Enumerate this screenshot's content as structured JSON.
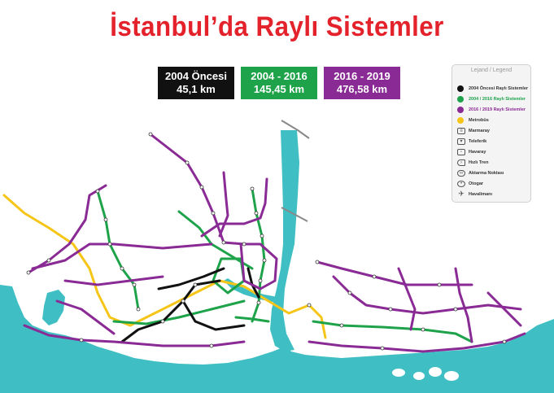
{
  "title": "İstanbul’da Raylı Sistemler",
  "periods": [
    {
      "label": "2004 Öncesi",
      "length": "45,1 km",
      "color": "#111111"
    },
    {
      "label": "2004 - 2016",
      "length": "145,45 km",
      "color": "#1ea34a"
    },
    {
      "label": "2016 - 2019",
      "length": "476,58 km",
      "color": "#8a2a94"
    }
  ],
  "legend": {
    "title": "Lejand / Legend",
    "items": [
      {
        "label": "2004 Öncesi Raylı Sistemler",
        "color": "#111111",
        "kind": "dot"
      },
      {
        "label": "2004 / 2016 Raylı Sistemler",
        "color": "#1ea34a",
        "kind": "dot"
      },
      {
        "label": "2016 / 2019 Raylı Sistemler",
        "color": "#8a2a94",
        "kind": "dot"
      },
      {
        "label": "Metrobüs",
        "color": "#f5c518",
        "kind": "dot"
      },
      {
        "label": "Marmaray",
        "kind": "marmaray-icon"
      },
      {
        "label": "Teleferik",
        "kind": "cable-car-icon"
      },
      {
        "label": "Havaray",
        "kind": "monorail-icon"
      },
      {
        "label": "Hızlı Tren",
        "kind": "high-speed-train-icon"
      },
      {
        "label": "Aktarma Noktası",
        "kind": "transfer-icon"
      },
      {
        "label": "Otogar",
        "kind": "bus-station-icon"
      },
      {
        "label": "Havalimanı",
        "kind": "airport-icon"
      }
    ]
  },
  "colors": {
    "water": "#3fbfc4",
    "title": "#e3222b",
    "metro_old": "#111111",
    "metro_2016": "#1ea34a",
    "metro_2019": "#8a2a94",
    "metrobus": "#f5c518"
  }
}
